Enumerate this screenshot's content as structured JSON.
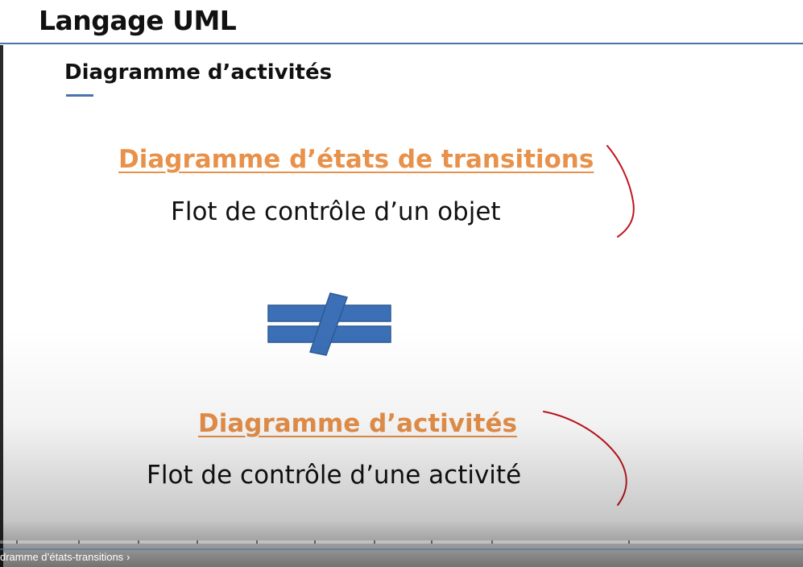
{
  "slide": {
    "title": "Langage UML",
    "subtitle": "Diagramme d’activités",
    "block1": {
      "heading": "Diagramme d’états de transitions",
      "line": "Flot de contrôle d’un objet"
    },
    "block2": {
      "heading": "Diagramme d’activités",
      "line": "Flot de contrôle d’une activité"
    },
    "not_equal_symbol": "not-equal-icon"
  },
  "colors": {
    "accent_blue": "#4a74a8",
    "heading_orange": "#e8914a",
    "annotation_red": "#c0141e",
    "symbol_blue": "#3b6fb6"
  },
  "player": {
    "chapter_label": "dramme d’états-transitions",
    "chapter_icon": "chevron-right-icon"
  }
}
